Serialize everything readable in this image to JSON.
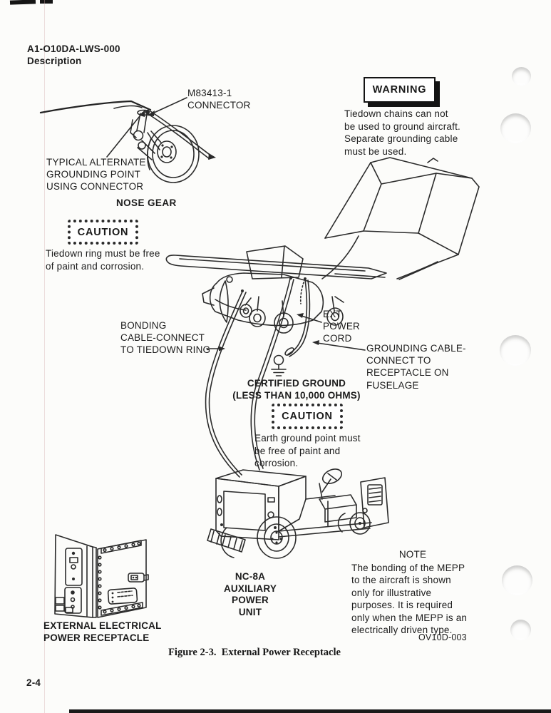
{
  "page": {
    "doc_number": "A1-O10DA-LWS-000",
    "section_title": "Description",
    "page_number": "2-4",
    "figure_caption": "Figure 2-3.  External Power Receptacle",
    "drawing_number": "OV10D-003"
  },
  "warning": {
    "title": "WARNING",
    "body": "Tiedown chains can not\nbe used to ground aircraft.\nSeparate grounding cable\nmust be used."
  },
  "caution_tiedown": {
    "title": "CAUTION",
    "body": "Tiedown ring must be free\nof paint and corrosion."
  },
  "caution_earth": {
    "title": "CAUTION",
    "body": "Earth ground point must\nbe free of paint and\ncorrosion."
  },
  "note": {
    "title": "NOTE",
    "body": "The bonding of the MEPP\nto the aircraft is shown\nonly for illustrative\npurposes. It is required\nonly when the MEPP is an\nelectrically driven type."
  },
  "callouts": {
    "connector": "M83413-1\nCONNECTOR",
    "alternate_grounding_point": "TYPICAL ALTERNATE\nGROUNDING POINT\nUSING CONNECTOR",
    "nose_gear": "NOSE GEAR",
    "bonding_cable": "BONDING\nCABLE-CONNECT\nTO TIEDOWN RING",
    "ext_power_cord": "EXT\nPOWER\nCORD",
    "grounding_cable": "GROUNDING CABLE-\nCONNECT TO\nRECEPTACLE ON\nFUSELAGE",
    "certified_ground": "CERTIFIED GROUND\n(LESS THAN 10,000 OHMS)",
    "power_unit": "NC-8A\nAUXILIARY\nPOWER\nUNIT",
    "external_receptacle": "EXTERNAL ELECTRICAL\nPOWER RECEPTACLE"
  },
  "illustrations": {
    "nose_gear": "nose-gear-line-drawing",
    "aircraft": "ov10-aircraft-line-drawing",
    "power_unit": "nc8a-tow-tractor-line-drawing",
    "receptacle_door": "external-power-receptacle-door-line-drawing",
    "ground_symbol": "earth-ground-symbol"
  },
  "colors": {
    "ink": "#1e1e1e",
    "paper": "#fcfcfa"
  }
}
